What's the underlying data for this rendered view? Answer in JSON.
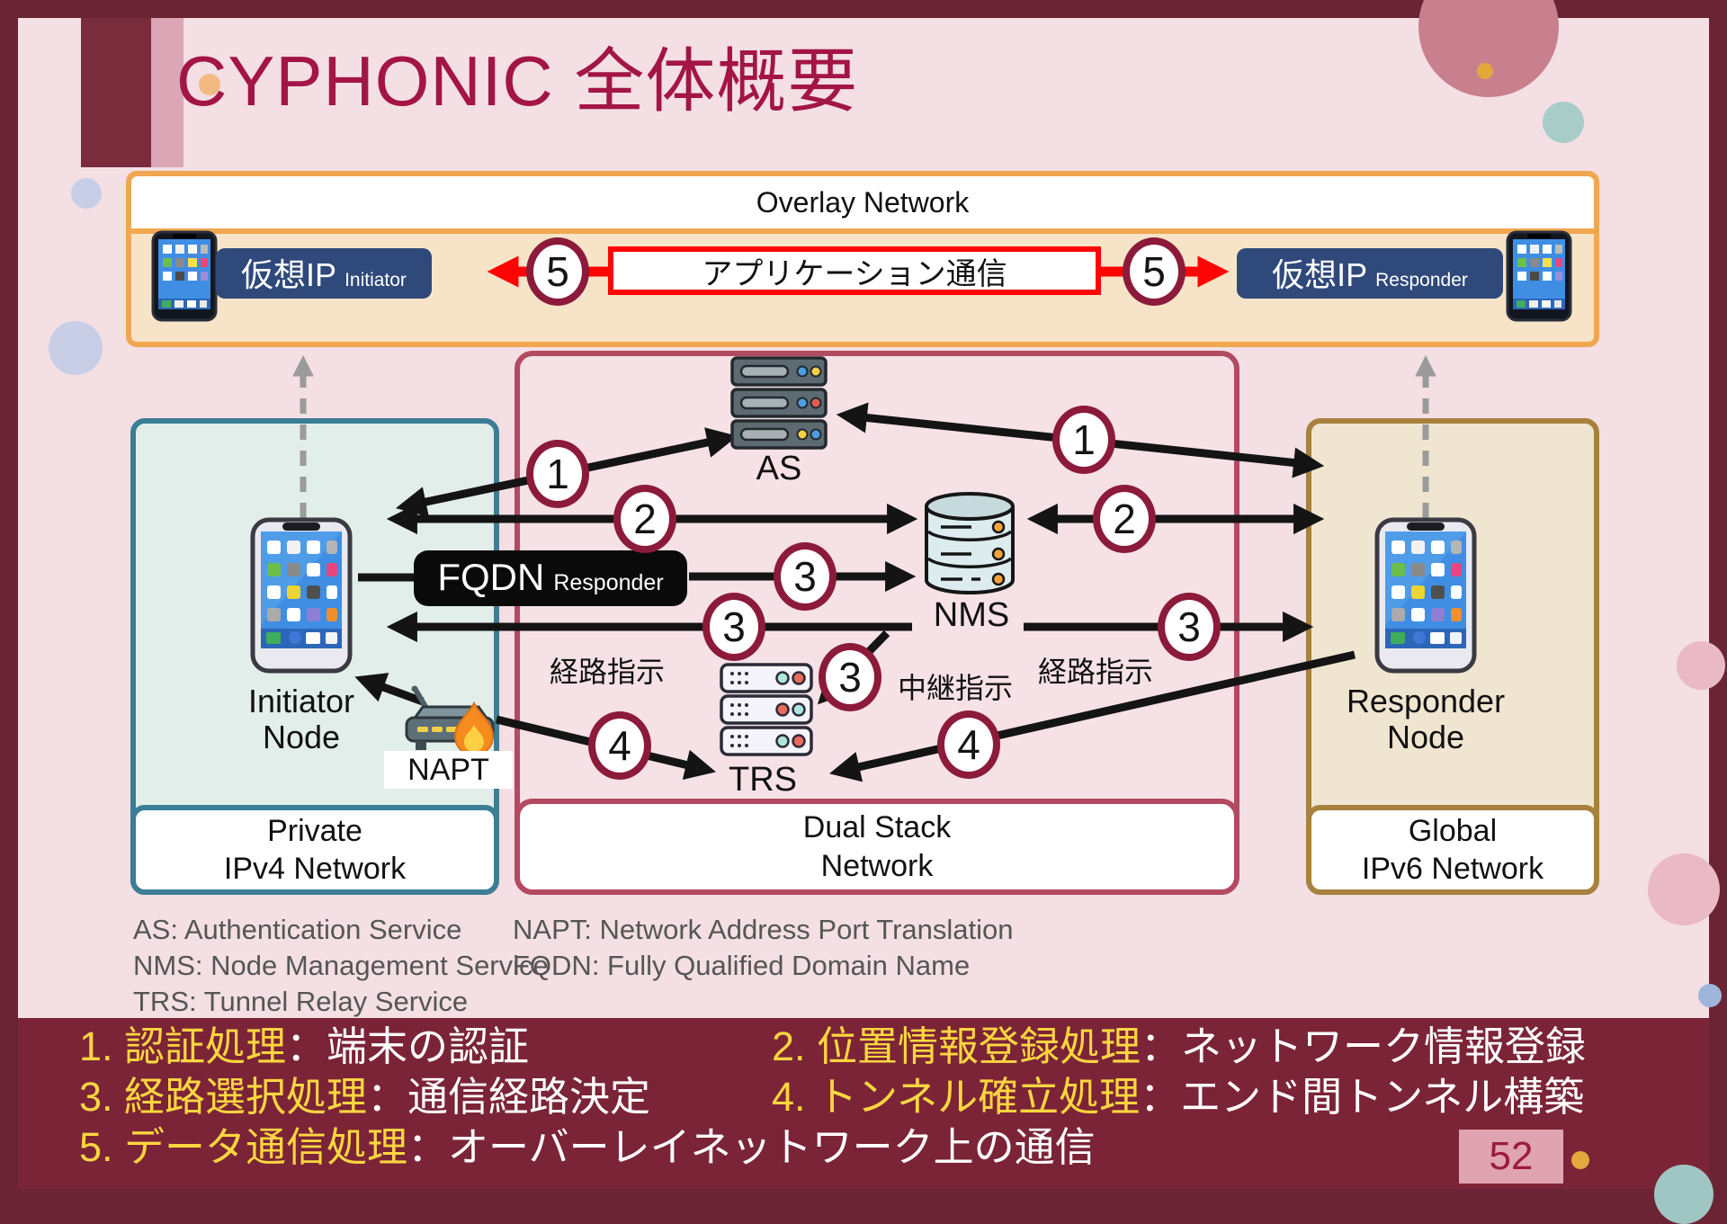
{
  "slide": {
    "title": "CYPHONIC 全体概要",
    "page_number": "52"
  },
  "overlay": {
    "title": "Overlay Network",
    "left_node": {
      "label": "仮想IP",
      "sub": "Initiator"
    },
    "right_node": {
      "label": "仮想IP",
      "sub": "Responder"
    },
    "app_comm": "アプリケーション通信"
  },
  "steps": {
    "s1": "1",
    "s2": "2",
    "s3": "3",
    "s4": "4",
    "s5": "5"
  },
  "networks": {
    "private": {
      "line1": "Private",
      "line2": "IPv4 Network"
    },
    "dual": {
      "line1": "Dual Stack",
      "line2": "Network"
    },
    "global": {
      "line1": "Global",
      "line2": "IPv6 Network"
    }
  },
  "nodes": {
    "initiator": {
      "line1": "Initiator",
      "line2": "Node"
    },
    "responder": {
      "line1": "Responder",
      "line2": "Node"
    },
    "as": "AS",
    "nms": "NMS",
    "trs": "TRS",
    "napt": "NAPT",
    "fqdn": {
      "label": "FQDN",
      "sub": "Responder"
    }
  },
  "annotations": {
    "route_left": "経路指示",
    "route_right": "経路指示",
    "relay": "中継指示"
  },
  "legend": [
    "AS: Authentication Service",
    "NMS: Node Management Service",
    "TRS: Tunnel Relay Service",
    "NAPT: Network Address Port Translation",
    "FQDN: Fully Qualified Domain Name"
  ],
  "banner": {
    "items": [
      {
        "key": "1. 認証処理",
        "desc": "：端末の認証"
      },
      {
        "key": "2. 位置情報登録処理",
        "desc": "：ネットワーク情報登録"
      },
      {
        "key": "3. 経路選択処理",
        "desc": "：通信経路決定"
      },
      {
        "key": "4. トンネル確立処理",
        "desc": "：エンド間トンネル構築"
      },
      {
        "key": "5. データ通信処理",
        "desc": "：オーバーレイネットワーク上の通信"
      }
    ]
  },
  "colors": {
    "accent_maroon": "#8C1A3A",
    "frame": "#6B2433",
    "orange": "#F0A750",
    "navy": "#30497B",
    "red": "#FE0505",
    "yellow": "#FFD640",
    "private_border": "#3B7E95",
    "dual_border": "#B24A62",
    "global_border": "#A8813E",
    "banner_bg": "#7B2437",
    "title_color": "#A31546"
  }
}
